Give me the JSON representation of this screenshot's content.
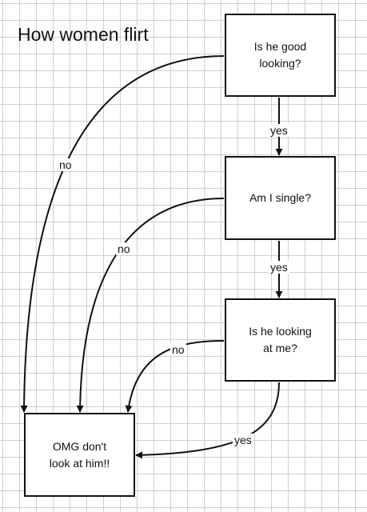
{
  "title": "How women flirt",
  "nodes": {
    "q1": "Is he good\nlooking?",
    "q2": "Am I single?",
    "q3": "Is he looking\nat me?",
    "result": "OMG don't\nlook at him!!"
  },
  "edges": {
    "q1_yes": "yes",
    "q2_yes": "yes",
    "q1_no": "no",
    "q2_no": "no",
    "q3_no": "no",
    "q3_yes": "yes"
  }
}
